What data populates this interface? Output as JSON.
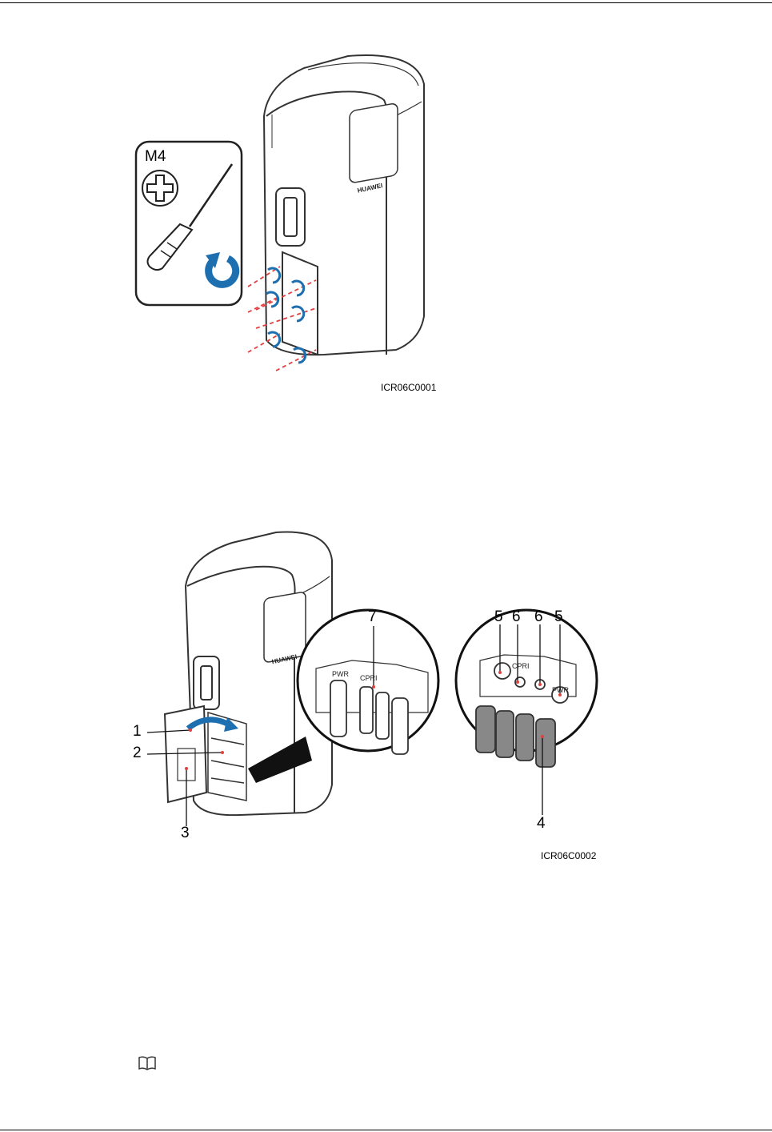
{
  "figure1": {
    "id": "ICR06C0001",
    "tool_size": "M4",
    "icons": [
      "phillips-screw-icon",
      "screwdriver-icon",
      "counterclockwise-arrow-icon"
    ]
  },
  "figure2": {
    "id": "ICR06C0002",
    "callouts": [
      "1",
      "2",
      "3",
      "4",
      "5",
      "6",
      "6",
      "5",
      "7"
    ],
    "port_labels": [
      "PWR",
      "CPRI",
      "CPRI",
      "PWR"
    ]
  },
  "device": {
    "logo": "HUAWEI"
  },
  "colors": {
    "screw_arrow": "#1e6fb0",
    "dashed_line": "#e04040",
    "outline": "#333333",
    "leader": "#e04040"
  },
  "note_icon": "book-icon"
}
